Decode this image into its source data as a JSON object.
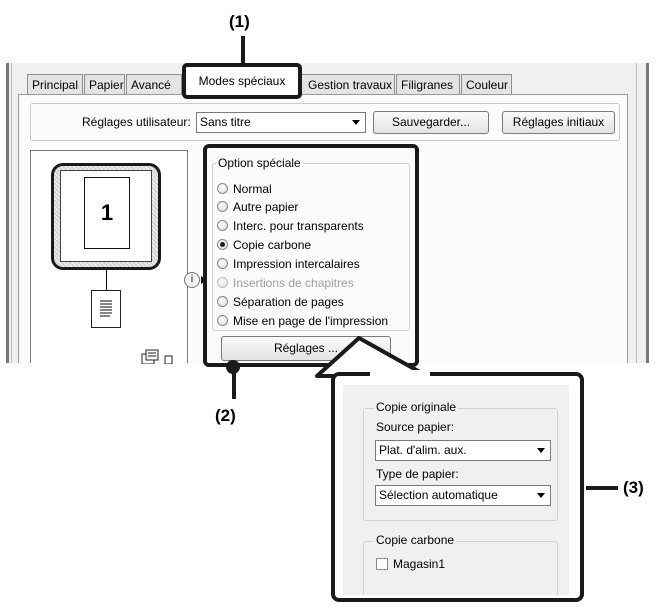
{
  "callouts": {
    "one": "(1)",
    "two": "(2)",
    "three": "(3)"
  },
  "tabs": {
    "principal": "Principal",
    "papier": "Papier",
    "avance": "Avancé",
    "modes_speciaux": "Modes spéciaux",
    "gestion": "Gestion travaux",
    "filigranes": "Filigranes",
    "couleur": "Couleur"
  },
  "user_settings": {
    "label": "Réglages utilisateur:",
    "value": "Sans titre",
    "save_button": "Sauvegarder...",
    "initial_button": "Réglages initiaux"
  },
  "preview": {
    "page_number": "1"
  },
  "option_speciale": {
    "legend": "Option spéciale",
    "options": [
      {
        "label": "Normal",
        "selected": false,
        "enabled": true
      },
      {
        "label": "Autre papier",
        "selected": false,
        "enabled": true
      },
      {
        "label": "Interc. pour transparents",
        "selected": false,
        "enabled": true
      },
      {
        "label": "Copie carbone",
        "selected": true,
        "enabled": true
      },
      {
        "label": "Impression intercalaires",
        "selected": false,
        "enabled": true
      },
      {
        "label": "Insertions de chapitres",
        "selected": false,
        "enabled": false
      },
      {
        "label": "Séparation de pages",
        "selected": false,
        "enabled": true
      },
      {
        "label": "Mise en page de l'impression",
        "selected": false,
        "enabled": true
      }
    ],
    "settings_button": "Réglages ..."
  },
  "popup": {
    "copie_originale": {
      "legend": "Copie originale",
      "source_label": "Source papier:",
      "source_value": "Plat. d'alim. aux.",
      "type_label": "Type de papier:",
      "type_value": "Sélection automatique"
    },
    "copie_carbone": {
      "legend": "Copie carbone",
      "checkbox_label": "Magasin1",
      "checked": false
    }
  }
}
